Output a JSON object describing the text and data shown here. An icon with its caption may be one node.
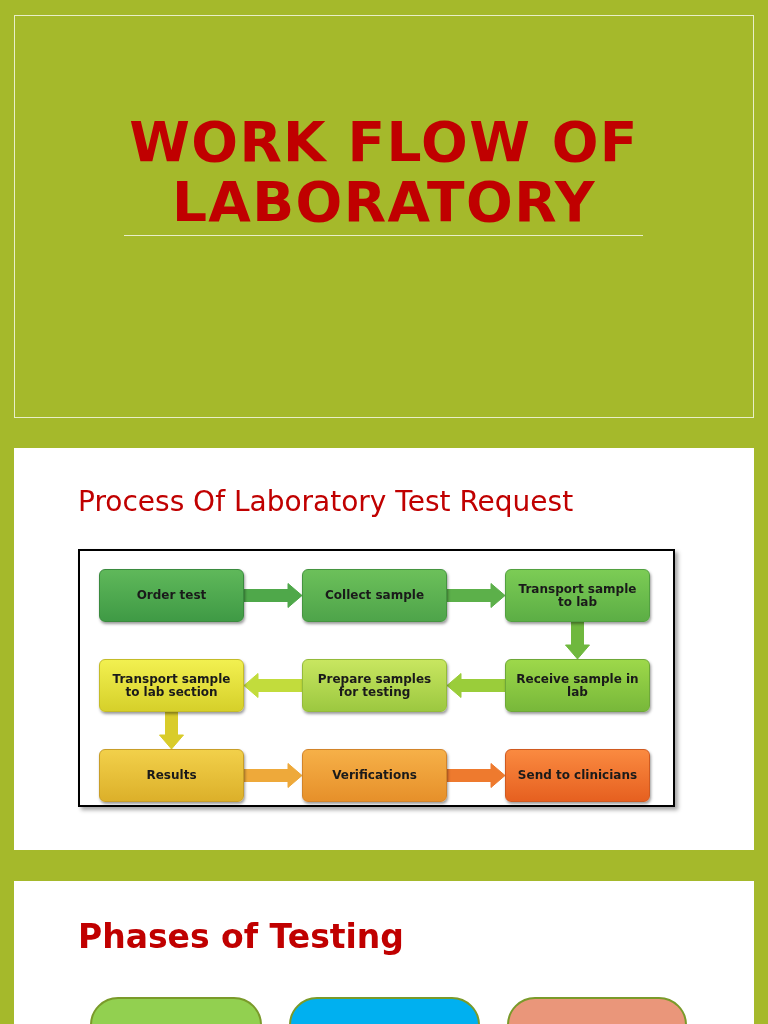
{
  "diagram": {
    "title": "WORK FLOW OF LABORATORY",
    "nodes": [
      {
        "text": [
          "Order test"
        ]
      },
      {
        "text": [
          "Collect sample"
        ]
      },
      {
        "text": [
          "Transport sample to lab"
        ]
      },
      {
        "text": [
          "Receive sample in lab"
        ]
      },
      {
        "text": [
          "Prepare samples for testing"
        ]
      },
      {
        "text": [
          "Transport sample to lab section"
        ]
      },
      {
        "text": [
          "Results"
        ]
      },
      {
        "text": [
          "Verifications"
        ]
      },
      {
        "text": [
          "Send to clinicians"
        ]
      },
      {
        "text": [],
        "shape": "box"
      },
      {
        "text": [],
        "shape": "box"
      },
      {
        "text": [],
        "shape": "box"
      }
    ],
    "edges": [
      {
        "from": 0,
        "to": 1,
        "arrow": "to",
        "color": "#4fa84a"
      },
      {
        "from": 1,
        "to": 2,
        "arrow": "to",
        "color": "#5cb04a"
      },
      {
        "from": 2,
        "to": 3,
        "arrow": "to",
        "color": "#6fb83e"
      },
      {
        "from": 3,
        "to": 4,
        "arrow": "to",
        "color": "#9acd3a"
      },
      {
        "from": 4,
        "to": 5,
        "arrow": "to",
        "color": "#c2dc3c"
      },
      {
        "from": 5,
        "to": 6,
        "arrow": "to",
        "color": "#d9cc2a"
      },
      {
        "from": 6,
        "to": 7,
        "arrow": "to",
        "color": "#eea93a"
      },
      {
        "from": 7,
        "to": 8,
        "arrow": "to",
        "color": "#ee7a2e"
      }
    ],
    "labels": [
      "Process Of Laboratory Test Request",
      "Phases of Testing"
    ]
  }
}
